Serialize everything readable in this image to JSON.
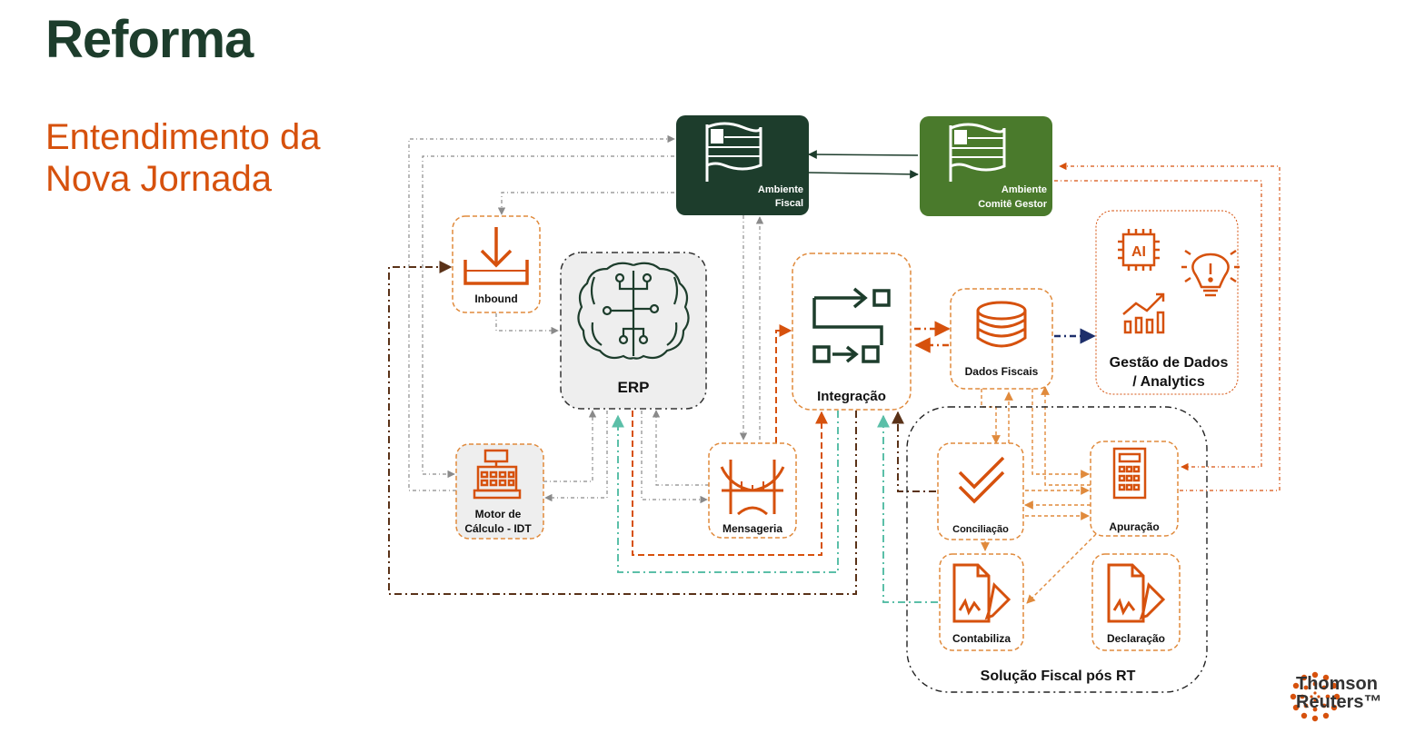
{
  "page": {
    "title": "Reforma",
    "subtitle_lines": [
      "Entendimento da",
      "Nova Jornada"
    ]
  },
  "nodes": {
    "ambiente_fiscal": [
      "Ambiente",
      "Fiscal"
    ],
    "ambiente_comite": [
      "Ambiente",
      "Comitê Gestor"
    ],
    "inbound": "Inbound",
    "erp": "ERP",
    "integracao": "Integração",
    "dados_fiscais": "Dados Fiscais",
    "gestao_dados": [
      "Gestão de Dados",
      "/ Analytics"
    ],
    "motor_calculo": [
      "Motor de",
      "Cálculo - IDT"
    ],
    "mensageria": "Mensageria",
    "conciliacao": "Conciliação",
    "apuracao": "Apuração",
    "contabiliza": "Contabiliza",
    "declaracao": "Declaração",
    "solucao_fiscal": "Solução Fiscal pós RT"
  },
  "logo": {
    "lines": [
      "Thomson",
      "Reuters™"
    ]
  },
  "colors": {
    "dark_green": "#1d3d2c",
    "green": "#4a7a2c",
    "orange": "#d6510d",
    "teal": "#5bbfa8",
    "brown": "#5a3218",
    "navy": "#1d2f6b",
    "gray": "#8a8a8a"
  }
}
